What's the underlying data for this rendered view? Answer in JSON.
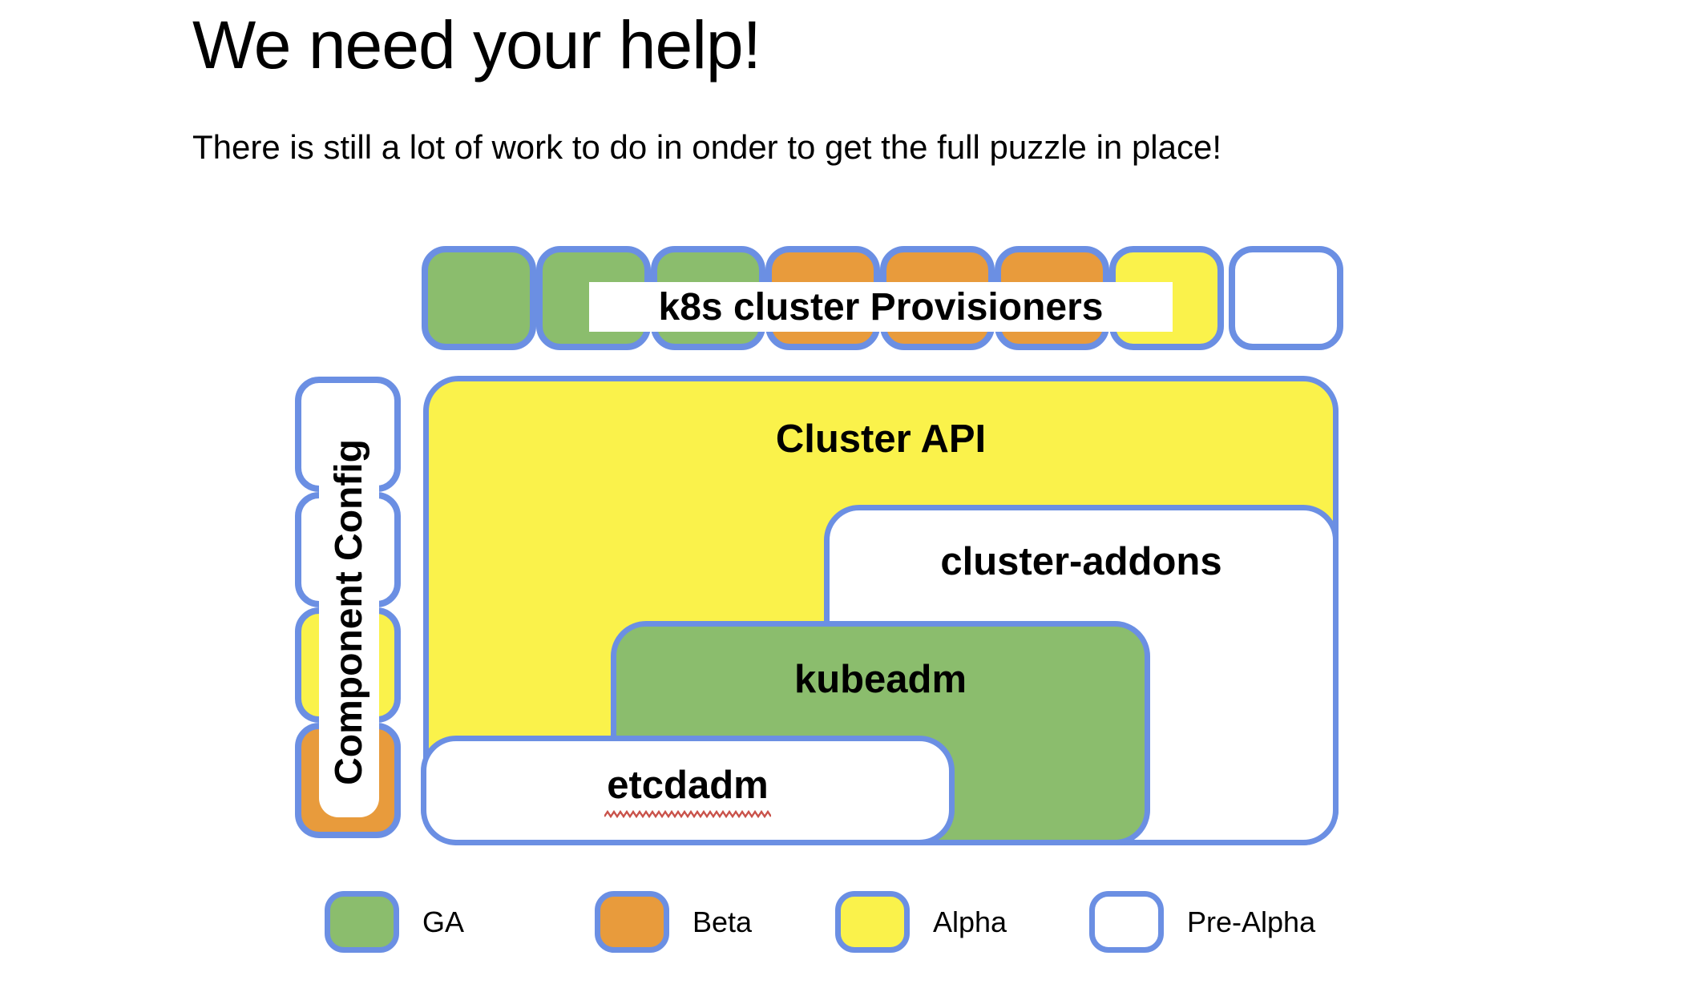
{
  "page": {
    "title": "We need your help!",
    "subtitle": "There is still a lot of work to do in onder to get the full puzzle in place!"
  },
  "colors": {
    "ga": "#8bbd6d",
    "beta": "#e89b3c",
    "alpha": "#faf24b",
    "prealpha": "#ffffff",
    "border": "#6b8fe3",
    "squiggle": "#c9524a"
  },
  "diagram": {
    "provisioners": {
      "label": "k8s cluster Provisioners",
      "pieces": [
        "ga",
        "ga",
        "ga",
        "beta",
        "beta",
        "beta",
        "alpha",
        "prealpha"
      ]
    },
    "component_config": {
      "label": "Component Config",
      "pieces": [
        "prealpha",
        "prealpha",
        "alpha",
        "beta"
      ]
    },
    "boxes": {
      "cluster_api": {
        "label": "Cluster API",
        "status": "alpha"
      },
      "cluster_addons": {
        "label": "cluster-addons",
        "status": "prealpha"
      },
      "kubeadm": {
        "label": "kubeadm",
        "status": "ga"
      },
      "etcdadm": {
        "label": "etcdadm",
        "status": "prealpha"
      }
    }
  },
  "legend": {
    "items": [
      {
        "status": "ga",
        "label": "GA"
      },
      {
        "status": "beta",
        "label": "Beta"
      },
      {
        "status": "alpha",
        "label": "Alpha"
      },
      {
        "status": "prealpha",
        "label": "Pre-Alpha"
      }
    ]
  }
}
